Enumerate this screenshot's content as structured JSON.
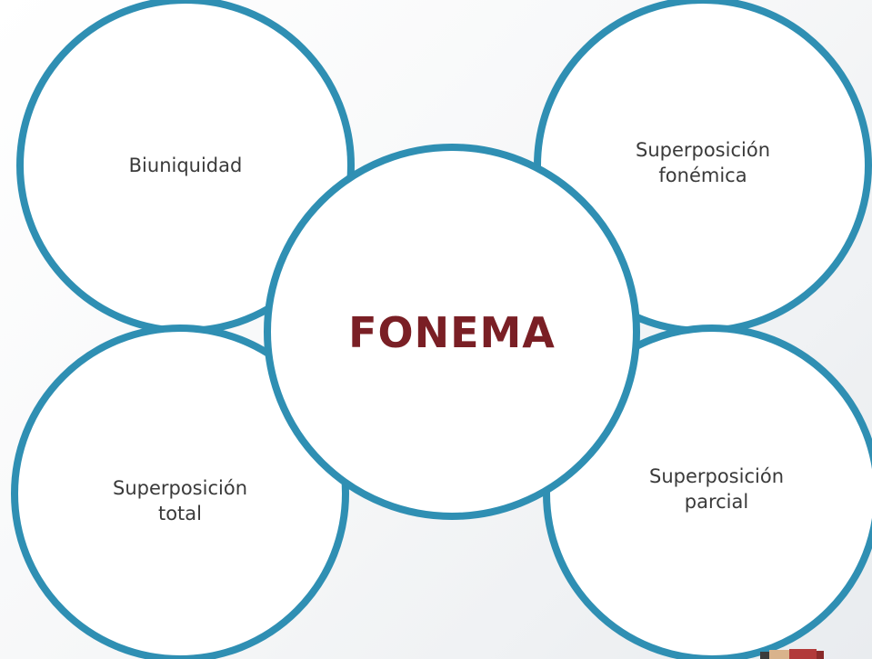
{
  "diagram": {
    "center": {
      "label": "FONEMA"
    },
    "nodes": [
      {
        "id": "top-left",
        "label": "Biuniquidad"
      },
      {
        "id": "top-right",
        "label": "Superposición\nfonémica"
      },
      {
        "id": "bottom-left",
        "label": "Superposición\ntotal"
      },
      {
        "id": "bottom-right",
        "label": "Superposición\nparcial"
      }
    ]
  },
  "colors": {
    "ring_stroke": "#2f8fb3",
    "ring_fill": "#ffffff",
    "center_text": "#7a1f25",
    "node_text": "#3a3a3a"
  }
}
